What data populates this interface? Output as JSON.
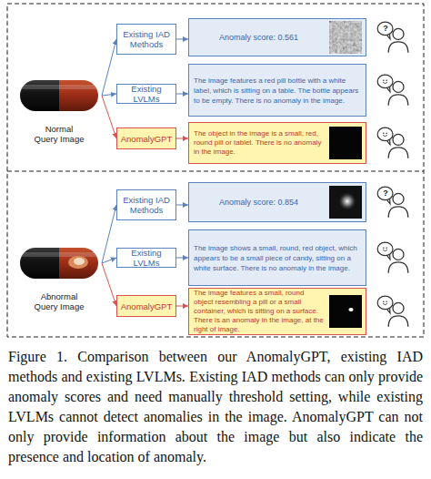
{
  "diagram": {
    "caption": "Figure 1. Comparison between our AnomalyGPT, existing IAD methods and existing LVLMs. Existing IAD methods can only provide anomaly scores and need manually threshold setting, while existing LVLMs cannot detect anomalies in the image. AnomalyGPT can not only provide information about the image but also indicate the presence and location of anomaly.",
    "nodes": [
      {
        "text": [
          "Normal Query Image"
        ]
      },
      {
        "text": [
          "Existing IAD Methods"
        ]
      },
      {
        "text": [
          "Anomaly score: 0.561"
        ]
      },
      {
        "text": [
          "Existing LVLMs"
        ]
      },
      {
        "text": [
          "The image features a red pill bottle with a white label, which is sitting on a table. The bottle appears to be empty. There is no anomaly in the image."
        ]
      },
      {
        "text": [
          "AnomalyGPT"
        ]
      },
      {
        "text": [
          "The object in the image is a small, red, round pill or tablet. There is no anomaly in the image."
        ]
      },
      {
        "text": [
          "Abnormal Query Image"
        ]
      },
      {
        "text": [
          "Existing IAD Methods"
        ]
      },
      {
        "text": [
          "Anomaly score: 0.854"
        ]
      },
      {
        "text": [
          "Existing LVLMs"
        ]
      },
      {
        "text": [
          "The image shows a small, round, red object, which appears to be a small piece of candy, sitting on a white surface. There is no anomaly in the image."
        ]
      },
      {
        "text": [
          "AnomalyGPT"
        ]
      },
      {
        "text": [
          "The image features a small, round object resembling a pill or a small container, which is sitting on a surface. There is an anomaly in the image, at the right of image."
        ]
      }
    ],
    "edges": [
      {
        "from": 0,
        "to": 1,
        "arrow": "to"
      },
      {
        "from": 0,
        "to": 3,
        "arrow": "to"
      },
      {
        "from": 0,
        "to": 5,
        "arrow": "to"
      },
      {
        "from": 1,
        "to": 2,
        "arrow": "to"
      },
      {
        "from": 3,
        "to": 4,
        "arrow": "to"
      },
      {
        "from": 5,
        "to": 6,
        "arrow": "to"
      },
      {
        "from": 7,
        "to": 8,
        "arrow": "to"
      },
      {
        "from": 7,
        "to": 10,
        "arrow": "to"
      },
      {
        "from": 7,
        "to": 12,
        "arrow": "to"
      },
      {
        "from": 8,
        "to": 9,
        "arrow": "to"
      },
      {
        "from": 10,
        "to": 11,
        "arrow": "to"
      },
      {
        "from": 12,
        "to": 13,
        "arrow": "to"
      }
    ],
    "labels": [
      "?",
      "?"
    ]
  }
}
